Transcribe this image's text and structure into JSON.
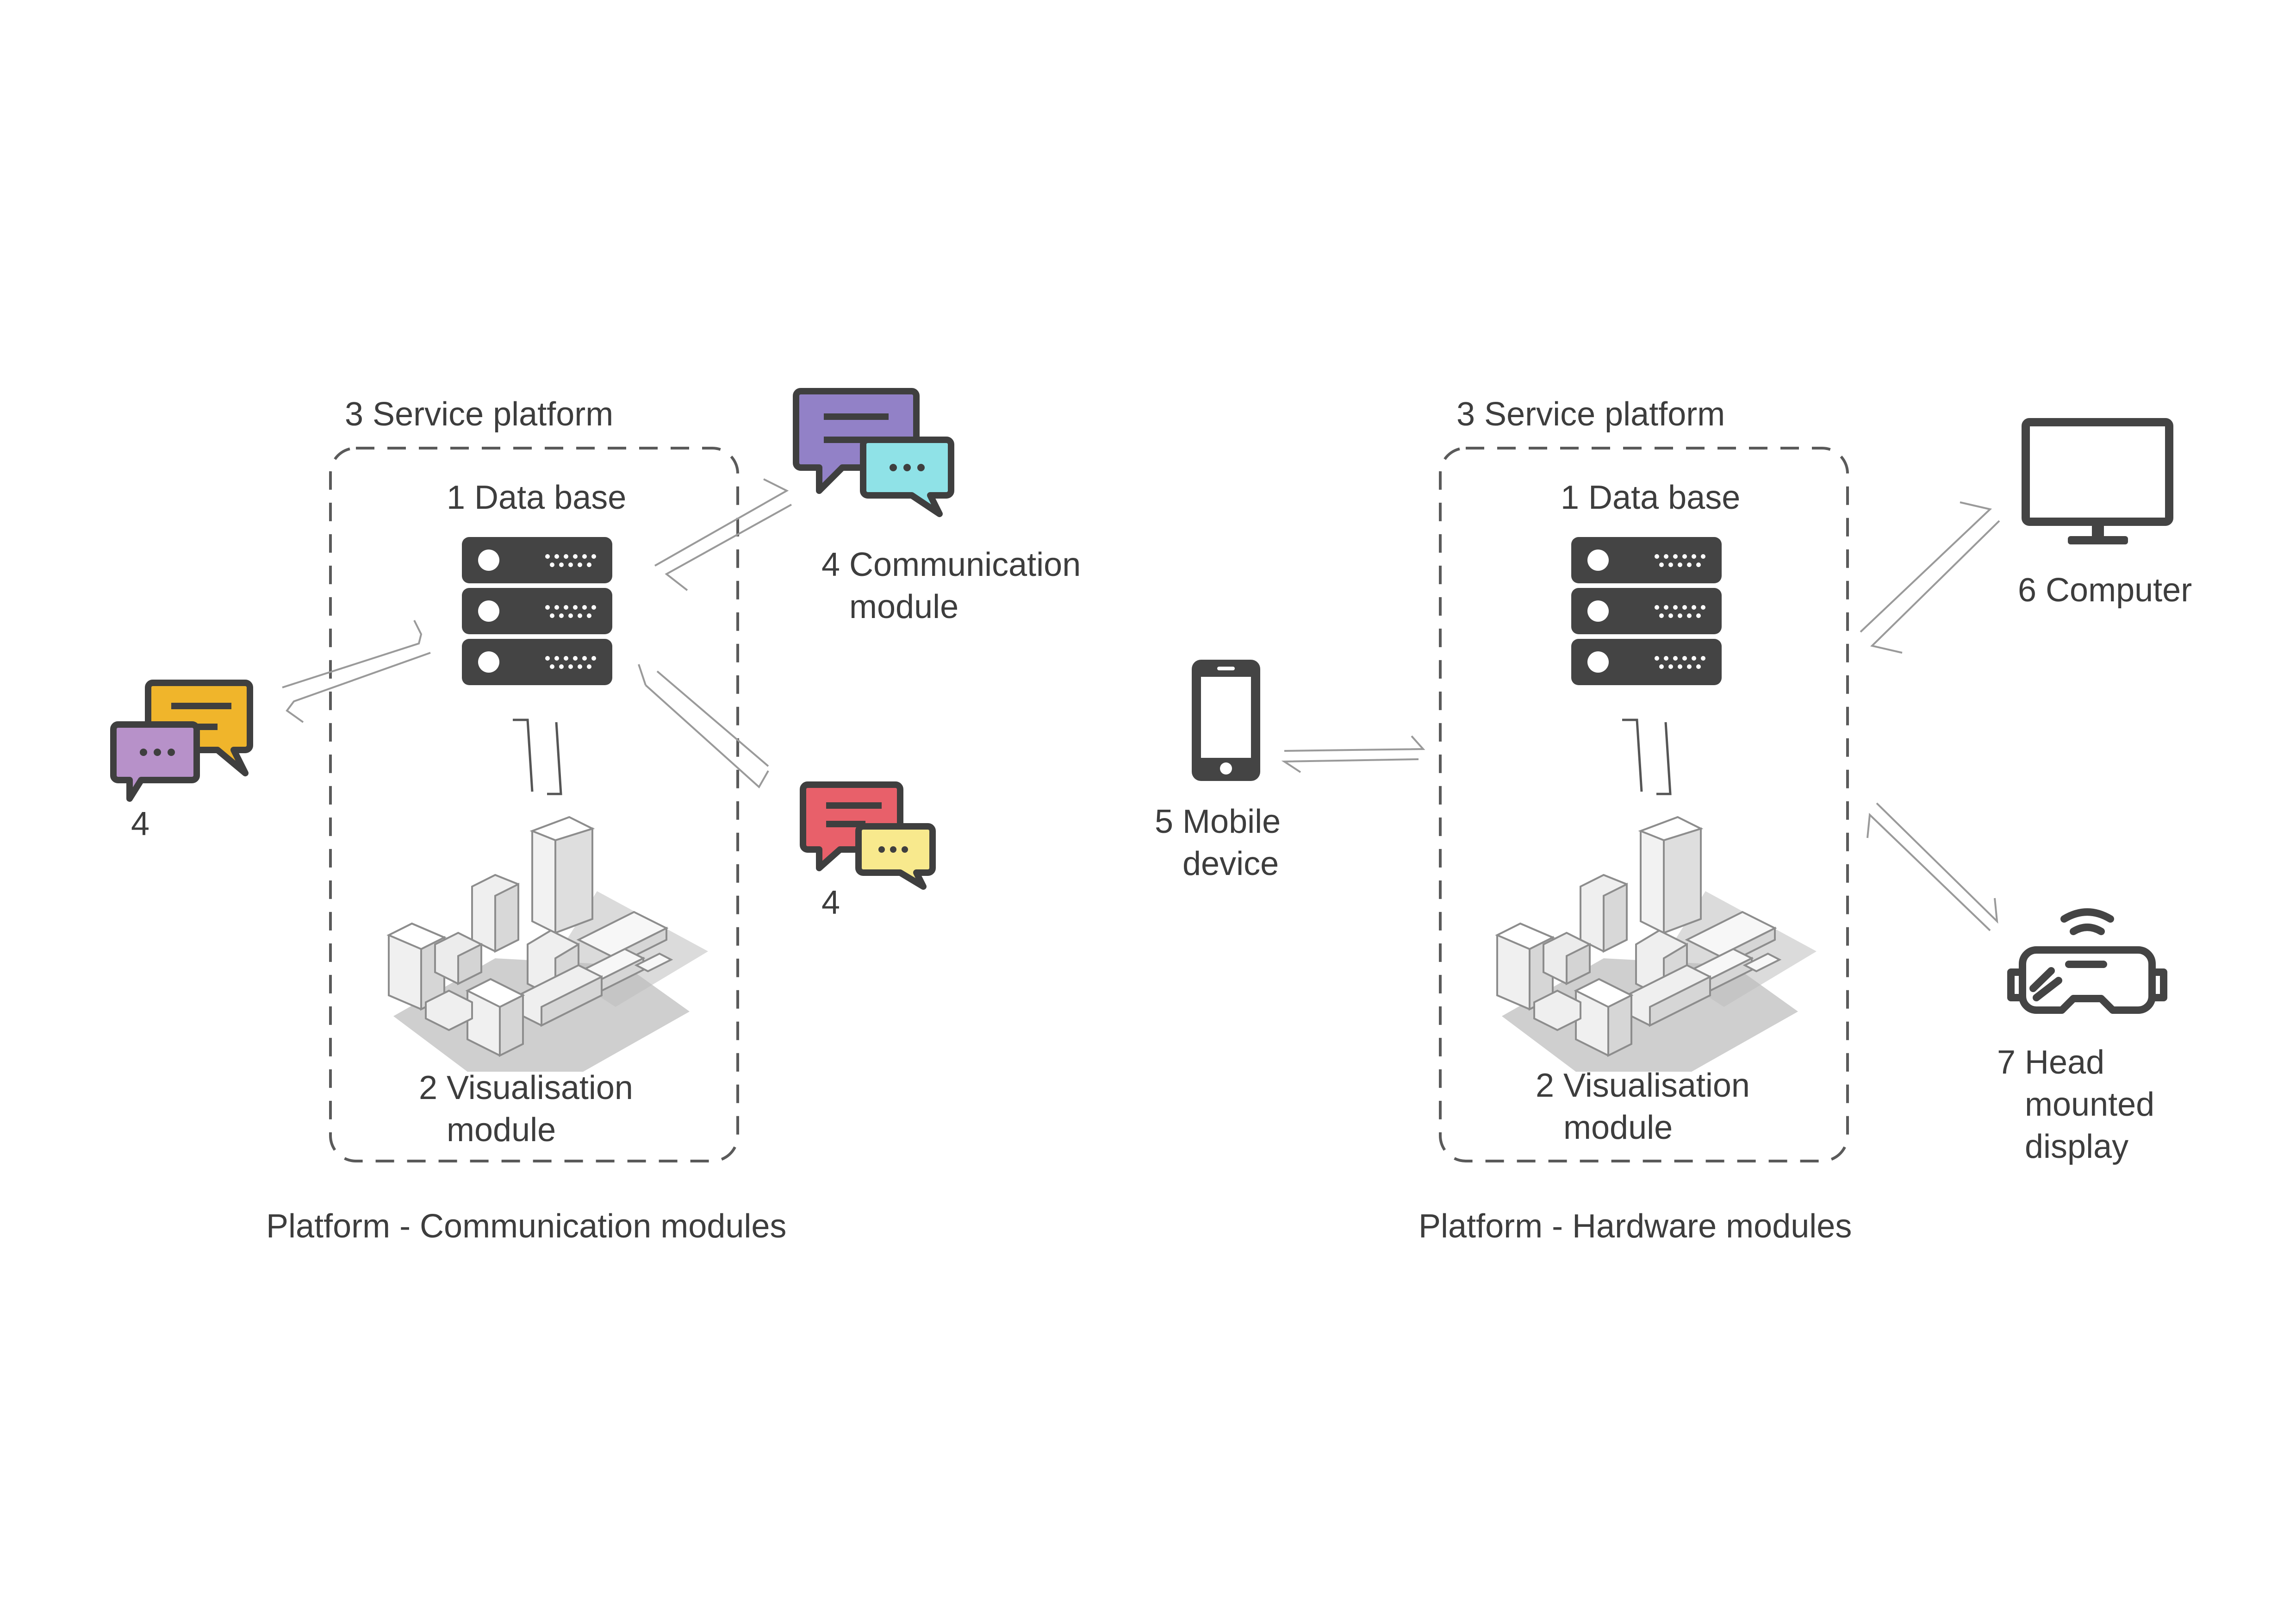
{
  "left_panel": {
    "platform_label": "3 Service platform",
    "database_label": "1 Data base",
    "visualisation_label_line1": "2 Visualisation",
    "visualisation_label_line2": "module",
    "communication_label_line1": "4 Communication",
    "communication_label_line2": "module",
    "chat_left_label": "4",
    "chat_bottom_label": "4",
    "caption": "Platform - Communication modules"
  },
  "right_panel": {
    "platform_label": "3 Service platform",
    "database_label": "1 Data base",
    "visualisation_label_line1": "2 Visualisation",
    "visualisation_label_line2": "module",
    "mobile_label_line1": "5 Mobile",
    "mobile_label_line2": "device",
    "computer_label": "6 Computer",
    "hmd_label_line1": "7 Head",
    "hmd_label_line2": "mounted",
    "hmd_label_line3": "display",
    "caption": "Platform - Hardware modules"
  },
  "icons": {
    "database": "server-stack-icon",
    "city": "city-block-icon",
    "chat": "chat-bubbles-icon",
    "mobile": "smartphone-icon",
    "computer": "monitor-icon",
    "hmd": "vr-headset-icon",
    "arrows": "bidirectional-half-arrows"
  },
  "colors": {
    "outline": "#3f3f3f",
    "text": "#3d3d3d",
    "chat_yellow": "#f0b52b",
    "chat_purple": "#b791c9",
    "chat_violet": "#9281c7",
    "chat_cyan": "#8fe2e7",
    "chat_red": "#e8606a",
    "chat_lightyellow": "#f8e98d",
    "arrow": "#9a9a9a"
  }
}
